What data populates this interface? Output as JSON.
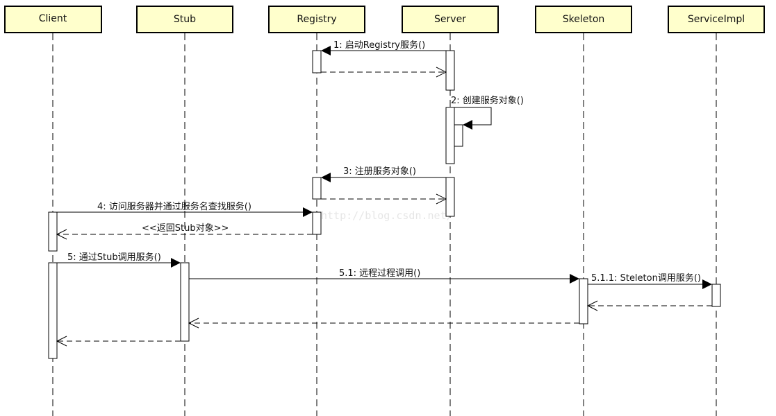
{
  "colors": {
    "participant_fill": "#ffffcc",
    "line": "#000000",
    "watermark": "#e6e6e6",
    "activation_fill": "#ffffff"
  },
  "participants": [
    {
      "id": "client",
      "label": "Client"
    },
    {
      "id": "stub",
      "label": "Stub"
    },
    {
      "id": "registry",
      "label": "Registry"
    },
    {
      "id": "server",
      "label": "Server"
    },
    {
      "id": "skeleton",
      "label": "Skeleton"
    },
    {
      "id": "serviceimpl",
      "label": "ServiceImpl"
    }
  ],
  "messages": [
    {
      "id": "m1",
      "label": "1: 启动Registry服务()",
      "type": "sync"
    },
    {
      "id": "m1r",
      "label": "",
      "type": "return"
    },
    {
      "id": "m2",
      "label": "2: 创建服务对象()",
      "type": "self"
    },
    {
      "id": "m3",
      "label": "3: 注册服务对象()",
      "type": "sync"
    },
    {
      "id": "m3r",
      "label": "",
      "type": "return"
    },
    {
      "id": "m4",
      "label": "4: 访问服务器并通过服务名查找服务()",
      "type": "sync"
    },
    {
      "id": "m4r",
      "label": "<<返回Stub对象>>",
      "type": "return"
    },
    {
      "id": "m5",
      "label": "5: 通过Stub调用服务()",
      "type": "sync"
    },
    {
      "id": "m51",
      "label": "5.1: 远程过程调用()",
      "type": "sync"
    },
    {
      "id": "m511",
      "label": "5.1.1: Steleton调用服务()",
      "type": "sync"
    },
    {
      "id": "m511r",
      "label": "",
      "type": "return"
    },
    {
      "id": "m51r",
      "label": "",
      "type": "return"
    },
    {
      "id": "m5r",
      "label": "",
      "type": "return"
    }
  ],
  "watermark": "http://blog.csdn.net/"
}
